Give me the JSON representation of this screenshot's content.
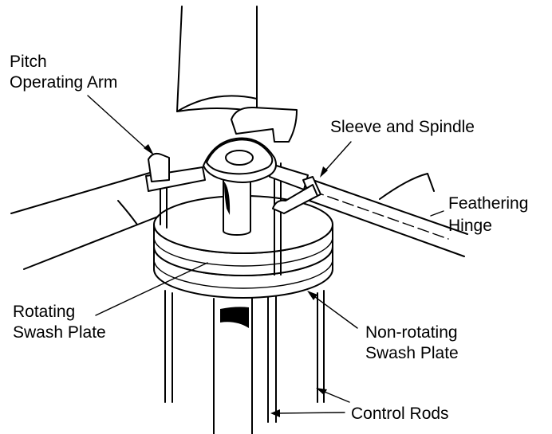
{
  "labels": {
    "pitch_operating_arm": [
      "Pitch",
      "Operating Arm"
    ],
    "sleeve_and_spindle": "Sleeve and Spindle",
    "feathering_hinge": [
      "Feathering",
      "Hinge"
    ],
    "rotating_swash_plate": [
      "Rotating",
      "Swash Plate"
    ],
    "non_rotating_swash_plate": [
      "Non-rotating",
      "Swash Plate"
    ],
    "control_rods": "Control Rods"
  },
  "colors": {
    "line": "#000000",
    "background": "#ffffff"
  }
}
